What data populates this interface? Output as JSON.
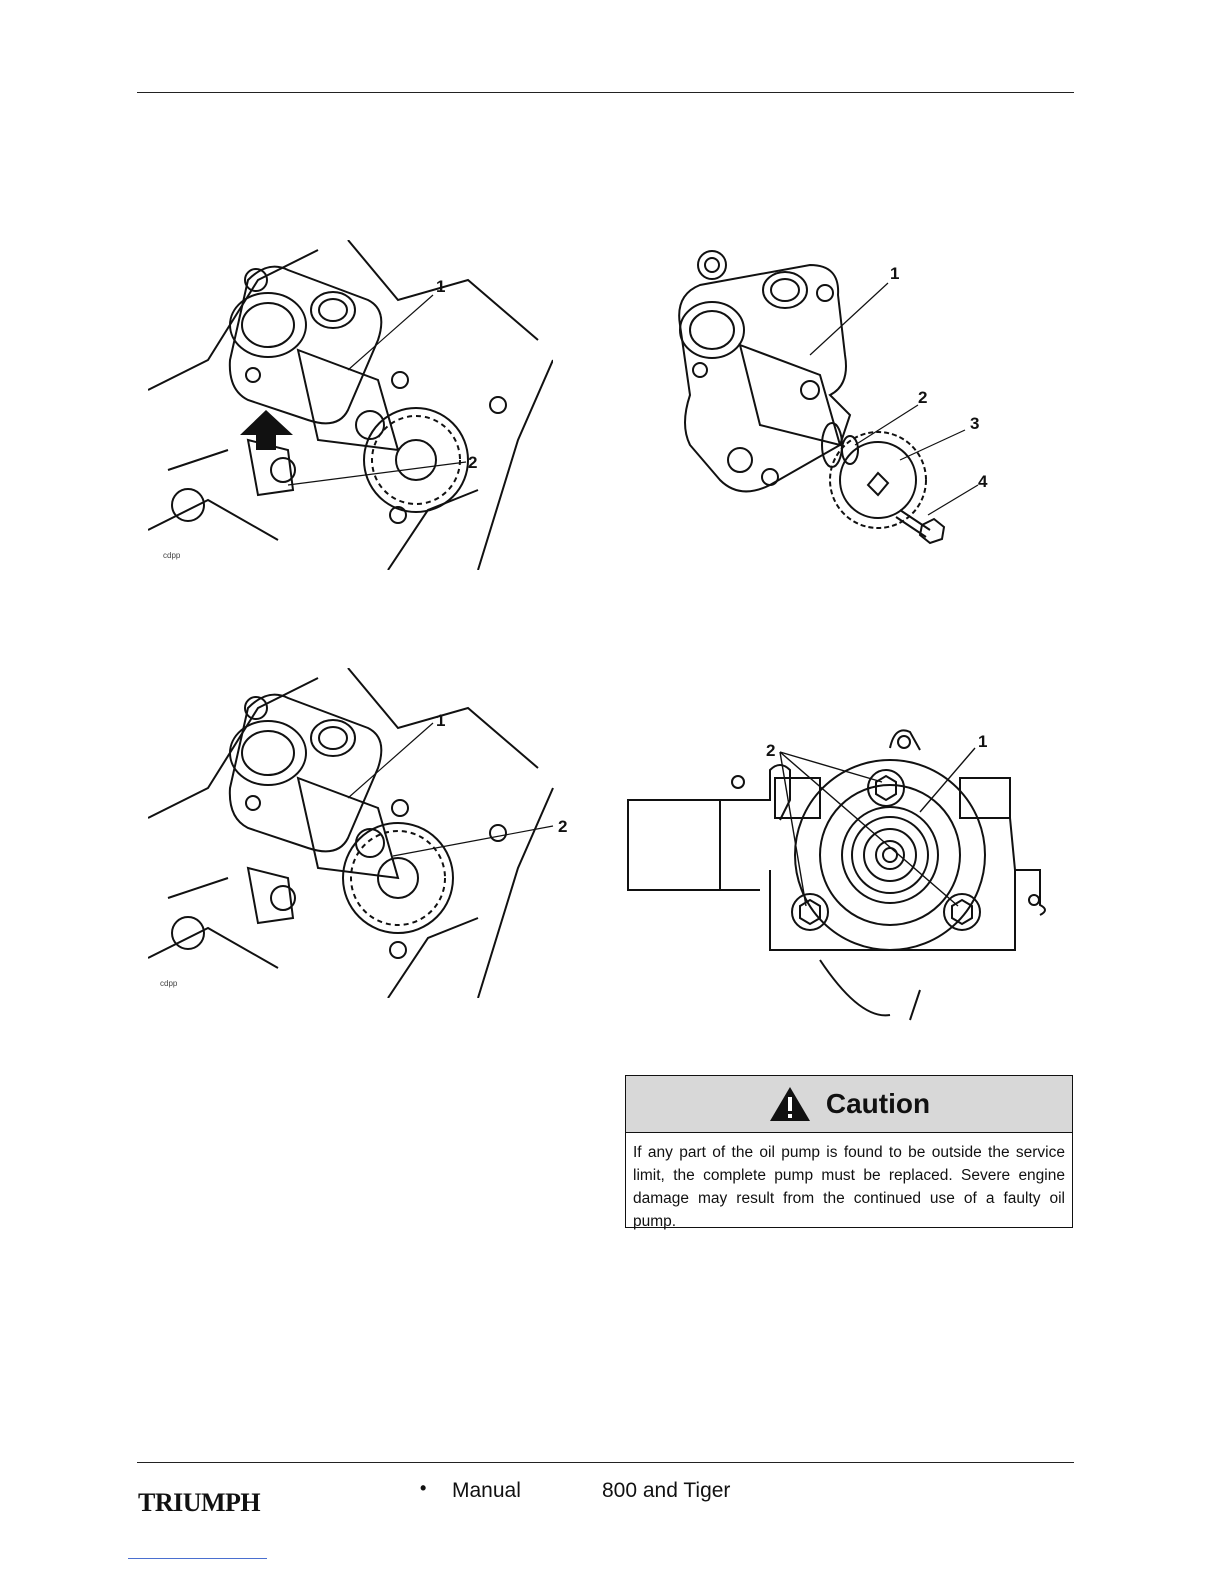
{
  "figures": {
    "top_left": {
      "labels": [
        "1",
        "2"
      ],
      "tag": "cdpp"
    },
    "top_right": {
      "labels": [
        "1",
        "2",
        "3",
        "4"
      ]
    },
    "bottom_left": {
      "labels": [
        "1",
        "2"
      ],
      "tag": "cdpp"
    },
    "bottom_right": {
      "labels": [
        "2",
        "1"
      ]
    }
  },
  "caution": {
    "title": "Caution",
    "icon": "warning-triangle-icon",
    "text": "If any part of the oil pump is found to be outside the service limit, the complete pump must be replaced. Severe engine damage may result from the continued use of a faulty oil pump."
  },
  "footer": {
    "logo": "TRIUMPH",
    "bullet": "•",
    "manual": "Manual",
    "model": "800 and Tiger"
  }
}
